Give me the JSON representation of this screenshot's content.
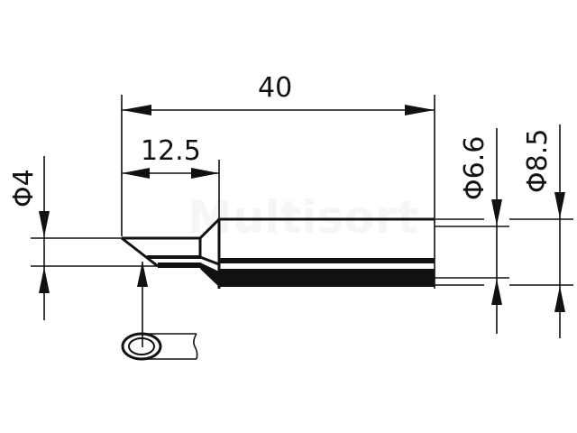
{
  "drawing": {
    "type": "technical-drawing",
    "subject": "soldering tip (chisel)",
    "watermark": "Multisort",
    "dimensions": {
      "overall_length": {
        "label": "40",
        "value": 40
      },
      "tip_length": {
        "label": "12.5",
        "value": 12.5
      },
      "tip_diameter": {
        "label": "Φ4",
        "value": 4
      },
      "shank_inner_diameter": {
        "label": "Φ6.6",
        "value": 6.6
      },
      "shank_outer_diameter": {
        "label": "Φ8.5",
        "value": 8.5
      }
    },
    "detail_view": "tip end cross-section"
  }
}
